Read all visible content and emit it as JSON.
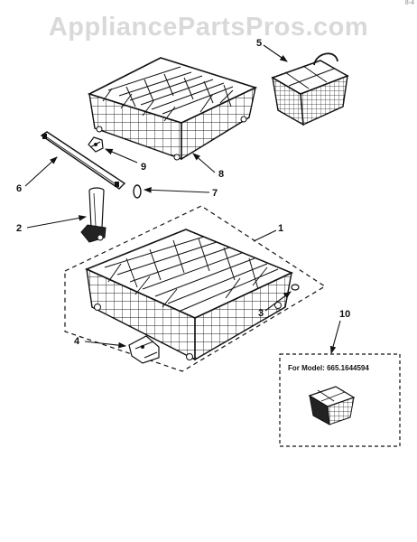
{
  "watermark": "AppliancePartsPros.com",
  "corner_mark": "8-4",
  "callouts": {
    "p1": "1",
    "p2": "2",
    "p3": "3",
    "p4": "4",
    "p5": "5",
    "p6": "6",
    "p7": "7",
    "p8": "8",
    "p9": "9",
    "p10": "10"
  },
  "model_box": {
    "label": "For Model: 665.1644594"
  }
}
